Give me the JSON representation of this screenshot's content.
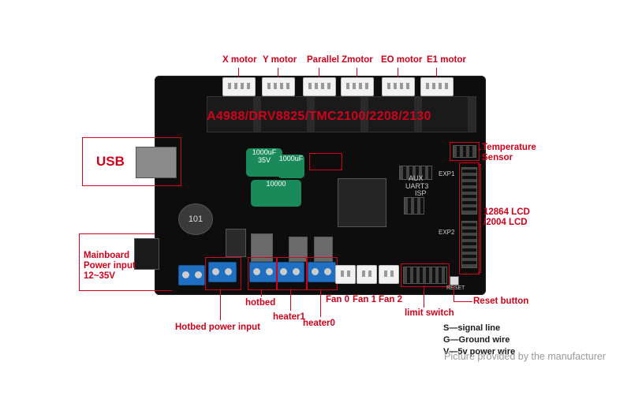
{
  "labels": {
    "x_motor": "X motor",
    "y_motor": "Y motor",
    "parallel_zmotor": "Parallel Zmotor",
    "e0_motor": "EO motor",
    "e1_motor": "E1 motor",
    "drivers": "A4988/DRV8825/TMC2100/2208/2130",
    "usb": "USB",
    "temperature_sensor_1": "Temperature",
    "temperature_sensor_2": "Sensor",
    "lcd_1": "12864 LCD",
    "lcd_2": "/2004 LCD",
    "mainboard_1": "Mainboard",
    "mainboard_2": "Power input",
    "mainboard_3": "12~35V",
    "hotbed_power": "Hotbed power input",
    "hotbed": "hotbed",
    "heater1": "heater1",
    "heater0": "heater0",
    "fan0": "Fan 0",
    "fan1": "Fan 1",
    "fan2": "Fan 2",
    "limit_switch": "limit switch",
    "reset_button": "Reset button"
  },
  "legend": {
    "s": "S—signal line",
    "g": "G—Ground wire",
    "v": "V—5v power wire"
  },
  "watermark": "Picture provided by the manufacturer",
  "board_text": {
    "cap1": "1000uF 35V",
    "cap2": "1000uF",
    "cap3": "10000",
    "ind": "101",
    "aux": "AUX",
    "uart": "UART3",
    "isp": "ISP",
    "exp1": "EXP1",
    "exp2": "EXP2",
    "reset": "RESET"
  },
  "colors": {
    "accent": "#d0021b",
    "board": "#0d0d0d",
    "terminal": "#1f6fc2",
    "capacitor": "#1b8a5a"
  }
}
